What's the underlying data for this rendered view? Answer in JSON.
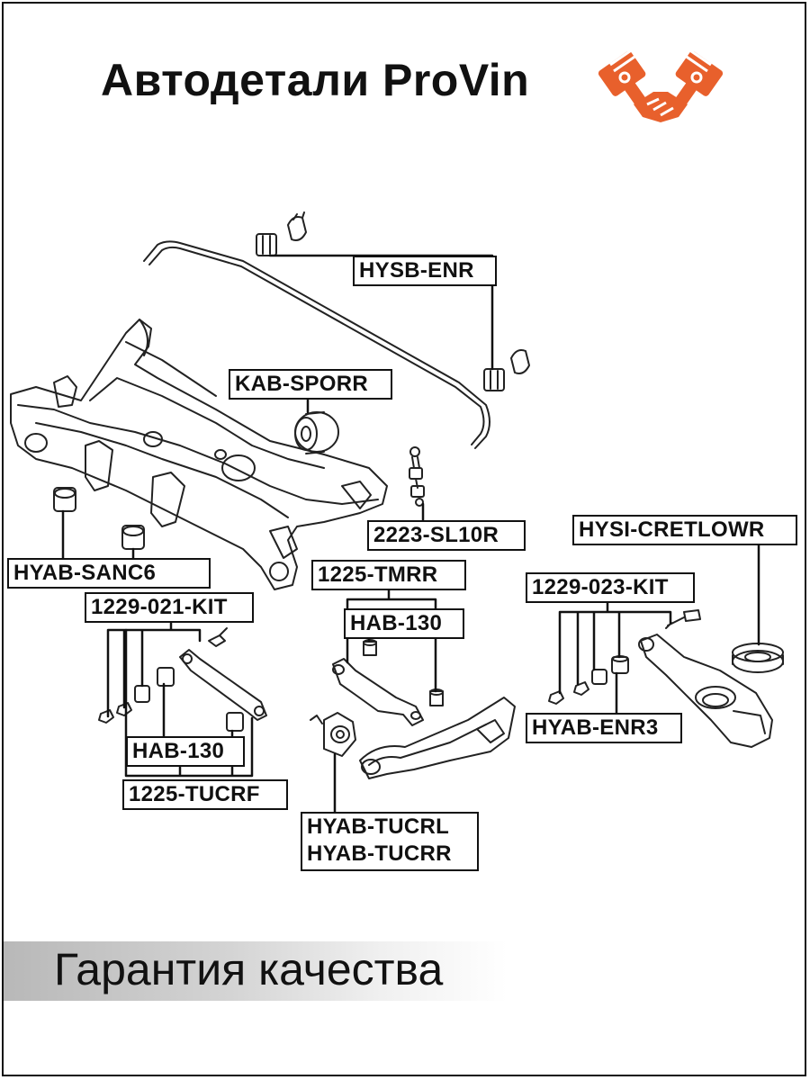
{
  "header": {
    "brand": "Автодетали ProVin",
    "logo_icon": "pistons-handshake-logo",
    "logo_color": "#E8602C"
  },
  "labels": {
    "hysb_enr": "HYSB-ENR",
    "kab_sporr": "KAB-SPORR",
    "sl10r": "2223-SL10R",
    "hysi_cretlowr": "HYSI-CRETLOWR",
    "hyab_sanc6": "HYAB-SANC6",
    "tmrr": "1225-TMRR",
    "kit_023": "1229-023-KIT",
    "kit_021": "1229-021-KIT",
    "hab130_mid": "HAB-130",
    "hyab_enr3": "HYAB-ENR3",
    "hab130_left": "HAB-130",
    "tucrf": "1225-TUCRF",
    "tucrl": "HYAB-TUCRL",
    "tucrr": "HYAB-TUCRR"
  },
  "footer": {
    "text": "Гарантия качества"
  }
}
